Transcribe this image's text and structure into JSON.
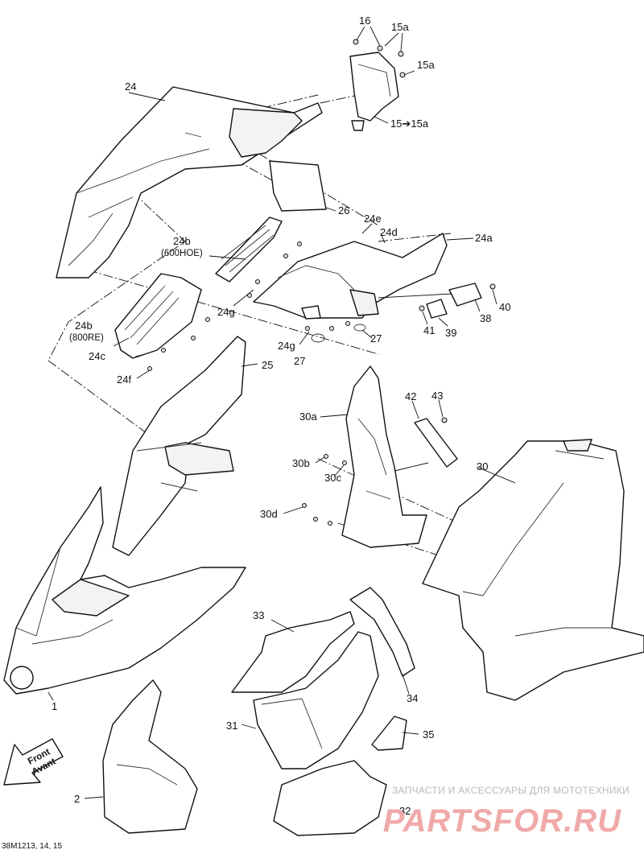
{
  "callouts": {
    "c1": "1",
    "c2": "2",
    "c15a_1": "15a",
    "c15a_2": "15a",
    "c15to15a": "15➔15a",
    "c16": "16",
    "c24": "24",
    "c24a": "24a",
    "c24b_1": "24b",
    "c24b_1_sub": "(600HOE)",
    "c24b_2": "24b",
    "c24b_2_sub": "(800RE)",
    "c24c": "24c",
    "c24d": "24d",
    "c24e": "24e",
    "c24f": "24f",
    "c24g_1": "24g",
    "c24g_2": "24g",
    "c25": "25",
    "c26": "26",
    "c27_1": "27",
    "c27_2": "27",
    "c30": "30",
    "c30a": "30a",
    "c30b": "30b",
    "c30c": "30c",
    "c30d": "30d",
    "c31": "31",
    "c32": "32",
    "c33": "33",
    "c34": "34",
    "c35": "35",
    "c38": "38",
    "c39": "39",
    "c40": "40",
    "c41": "41",
    "c42": "42",
    "c43": "43"
  },
  "front_arrow": {
    "line1": "Front",
    "line2": "Avant"
  },
  "footer_ref": "38M1213, 14, 15",
  "watermark": {
    "caption": "ЗАПЧАСТИ И АКСЕССУАРЫ ДЛЯ МОТОТЕХНИКИ",
    "logo": "PARTSFOR.RU"
  }
}
